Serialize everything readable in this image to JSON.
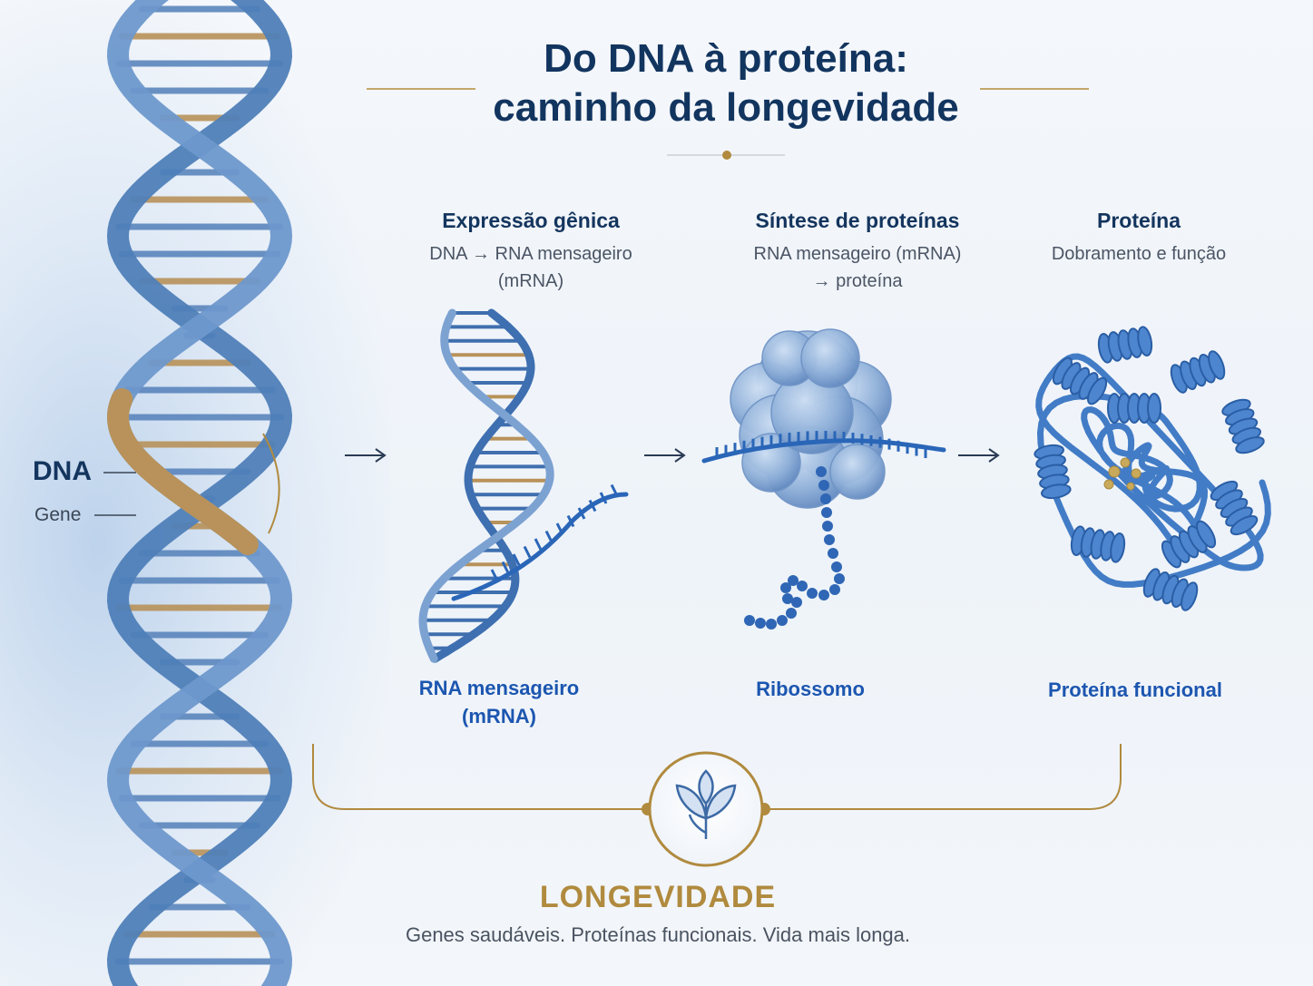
{
  "title": {
    "line1": "Do DNA à proteína:",
    "line2": "caminho da longevidade"
  },
  "dna_labels": {
    "dna": "DNA",
    "gene": "Gene"
  },
  "steps": [
    {
      "heading": "Expressão gênica",
      "sub1": "DNA → RNA mensageiro",
      "sub2": "(mRNA)",
      "label1": "RNA mensageiro",
      "label2": "(mRNA)"
    },
    {
      "heading": "Síntese de proteínas",
      "sub1": "RNA mensageiro (mRNA)",
      "sub2": "→ proteína",
      "label1": "Ribossomo",
      "label2": ""
    },
    {
      "heading": "Proteína",
      "sub1": "Dobramento e função",
      "sub2": "",
      "label1": "Proteína funcional",
      "label2": ""
    }
  ],
  "arrow_glyph": "→",
  "footer": {
    "heading": "LONGEVIDADE",
    "tagline": "Genes saudáveis. Proteínas funcionais. Vida mais longa."
  },
  "colors": {
    "navy": "#12355f",
    "accent_blue": "#1c56b0",
    "gold": "#b08a3e",
    "dna_blue": "#4f7fb8",
    "protein_blue": "#2f6fc0"
  },
  "icons": [
    "leaf-icon",
    "arrow-right-icon"
  ]
}
